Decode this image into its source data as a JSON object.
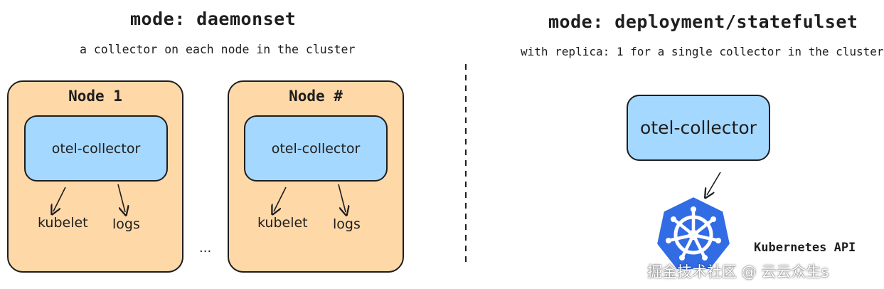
{
  "left": {
    "title": "mode: daemonset",
    "subtitle": "a collector on each node in the cluster",
    "nodes": [
      {
        "label": "Node 1",
        "collector": "otel-collector",
        "targets": [
          "kubelet",
          "logs"
        ]
      },
      {
        "label": "Node #",
        "collector": "otel-collector",
        "targets": [
          "kubelet",
          "logs"
        ]
      }
    ],
    "ellipsis": "..."
  },
  "right": {
    "title": "mode: deployment/statefulset",
    "subtitle": "with replica: 1 for a single collector in the cluster",
    "collector": "otel-collector",
    "k8s_label": "Kubernetes API"
  },
  "watermark": "掘金技术社区 @ 云云众生s",
  "colors": {
    "node_fill": "#ffd8a8",
    "collector_fill": "#a5d8ff",
    "k8s_blue": "#326ce5",
    "stroke": "#1e1e1e"
  },
  "icons": [
    "arrow-down-icon",
    "kubernetes-logo-icon",
    "divider-line"
  ]
}
